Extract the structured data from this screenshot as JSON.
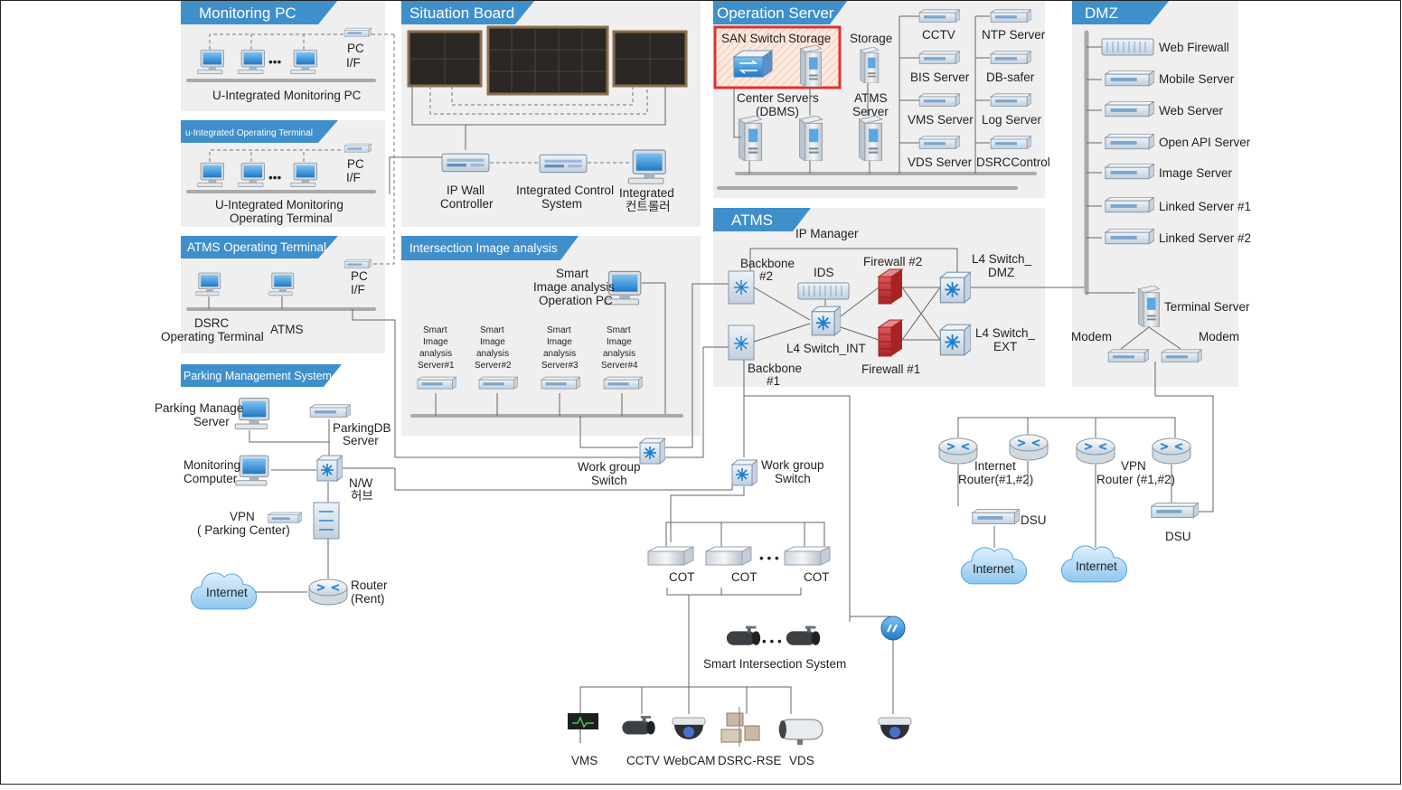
{
  "sections": {
    "monitoring_pc": "Monitoring PC",
    "situation_board": "Situation Board",
    "operation_server": "Operation Server",
    "dmz": "DMZ",
    "u_integrated_operating_terminal": "u-Integrated Operating Terminal",
    "atms_operating_terminal": "ATMS Operating Terminal",
    "intersection_image_analysis": "Intersection Image analysis",
    "atms": "ATMS",
    "parking_management_system": "Parking Management System"
  },
  "monitoring_pc": {
    "pc_if_line1": "PC",
    "pc_if_line2": "I/F",
    "ellipsis": "•••",
    "caption": "U-Integrated Monitoring PC"
  },
  "operating_terminal": {
    "pc_if_line1": "PC",
    "pc_if_line2": "I/F",
    "ellipsis": "•••",
    "caption_line1": "U-Integrated Monitoring",
    "caption_line2": "Operating Terminal"
  },
  "atms_terminal": {
    "pc_if_line1": "PC",
    "pc_if_line2": "I/F",
    "dsrc_line1": "DSRC",
    "dsrc_line2": "Operating Terminal",
    "atms": "ATMS"
  },
  "situation_board": {
    "ip_wall_line1": "IP Wall",
    "ip_wall_line2": "Controller",
    "icc_line1": "Integrated Control",
    "icc_line2": "System",
    "integrated_line1": "Integrated",
    "integrated_line2": "컨트롤러"
  },
  "operation_server": {
    "san_switch": "SAN Switch",
    "storage_red": "Storage",
    "storage": "Storage",
    "center_servers_line1": "Center Servers",
    "center_servers_line2": "(DBMS)",
    "atms_server_line1": "ATMS",
    "atms_server_line2": "Server",
    "cctv": "CCTV",
    "bis_server": "BIS Server",
    "vms_server": "VMS Server",
    "vds_server": "VDS Server",
    "ntp_server": "NTP Server",
    "db_safer": "DB-safer",
    "log_server": "Log Server",
    "dsrc_control": "DSRCControl"
  },
  "dmz": {
    "web_firewall": "Web Firewall",
    "mobile_server": "Mobile Server",
    "web_server": "Web Server",
    "open_api_server": "Open API Server",
    "image_server": "Image  Server",
    "linked_server_1": "Linked Server #1",
    "linked_server_2": "Linked Server #2",
    "terminal_server": "Terminal Server",
    "modem_left": "Modem",
    "modem_right": "Modem"
  },
  "atms": {
    "ip_manager": "IP Manager",
    "backbone2_line1": "Backbone",
    "backbone2_line2": "#2",
    "ids": "IDS",
    "firewall2": "Firewall #2",
    "l4_dmz_line1": "L4  Switch_",
    "l4_dmz_line2": "DMZ",
    "l4_int": "L4 Switch_INT",
    "l4_ext_line1": "L4  Switch_",
    "l4_ext_line2": "EXT",
    "firewall1": "Firewall #1",
    "backbone1_line1": "Backbone",
    "backbone1_line2": "#1"
  },
  "intersection": {
    "operation_pc_line1": "Smart",
    "operation_pc_line2": "Image analysis",
    "operation_pc_line3": "Operation PC",
    "servers": [
      {
        "l1": "Smart",
        "l2": "Image",
        "l3": "analysis",
        "l4": "Server#1"
      },
      {
        "l1": "Smart",
        "l2": "Image",
        "l3": "analysis",
        "l4": "Server#2"
      },
      {
        "l1": "Smart",
        "l2": "Image",
        "l3": "analysis",
        "l4": "Server#3"
      },
      {
        "l1": "Smart",
        "l2": "Image",
        "l3": "analysis",
        "l4": "Server#4"
      }
    ],
    "workgroup_line1": "Work group",
    "workgroup_line2": "Switch"
  },
  "parking": {
    "manage_server_line1": "Parking Manage",
    "manage_server_line2": "Server",
    "db_server_line1": "ParkingDB",
    "db_server_line2": "Server",
    "monitoring_line1": "Monitoring",
    "monitoring_line2": "Computer",
    "nw_line1": "N/W",
    "nw_line2": "허브",
    "vpn_line1": "VPN",
    "vpn_line2": "( Parking Center)",
    "internet": "Internet",
    "router_line1": "Router",
    "router_line2": "(Rent)"
  },
  "field": {
    "workgroup_line1": "Work group",
    "workgroup_line2": "Switch",
    "cot1": "COT",
    "cot2": "COT",
    "cot3": "COT",
    "ellipsis": "• • •",
    "cam_ellipsis": "• • •",
    "smart_intersection": "Smart Intersection System",
    "vms": "VMS",
    "cctv": "CCTV",
    "webcam": "WebCAM",
    "dsrc_rse": "DSRC-RSE",
    "vds": "VDS"
  },
  "external": {
    "internet_router_line1": "Internet",
    "internet_router_line2": "Router(#1,#2)",
    "vpn_router_line1": "VPN",
    "vpn_router_line2": "Router (#1,#2)",
    "dsu_left": "DSU",
    "dsu_right": "DSU",
    "internet_left": "Internet",
    "internet_right": "Internet"
  },
  "colors": {
    "header_blue": "#3f8fcb",
    "highlight_red": "#e03030",
    "firewall_red": "#c83a3a"
  }
}
